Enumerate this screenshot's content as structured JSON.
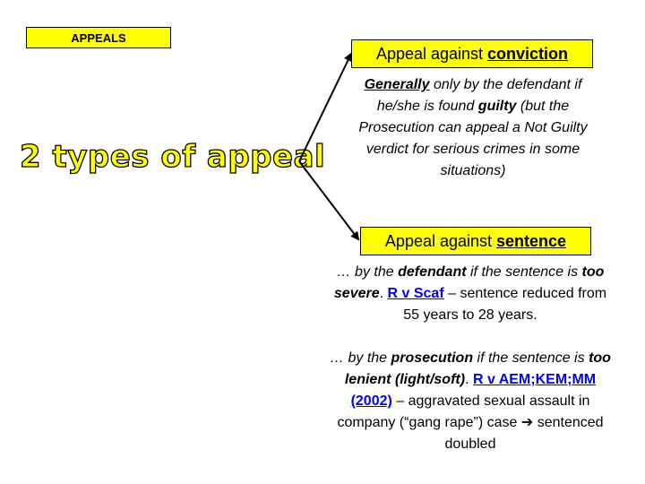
{
  "slide": {
    "tag_label": "APPEALS",
    "title": "2 types of appeal",
    "colors": {
      "highlight": "#ffff00",
      "link": "#0000ff",
      "text": "#000000"
    },
    "conviction": {
      "box_prefix": "Appeal against",
      "box_keyword": "conviction",
      "desc": {
        "p1": "Generally",
        "p2": " only by the defendant if he/she is found ",
        "p3": "guilty",
        "p4": " (but the Prosecution can appeal a Not Guilty verdict for serious crimes in some situations)"
      }
    },
    "sentence": {
      "box_prefix": "Appeal against",
      "box_keyword": "sentence",
      "defendant": {
        "p1": "… by the ",
        "p2": "defendant",
        "p3": " if the sentence is ",
        "p4": "too severe",
        "p5": ". ",
        "case": "R v Scaf",
        "p6": " – sentence reduced from 55 years to 28 years."
      },
      "prosecution": {
        "p1": "… by the ",
        "p2": "prosecution",
        "p3": " if the sentence is ",
        "p4": "too lenient (light/soft)",
        "p5": ". ",
        "case": "R v AEM;KEM;MM (2002)",
        "p6": " – aggravated sexual assault in company (“gang rape”) case ",
        "arrow": "➔",
        "p7": " sentenced doubled"
      }
    }
  }
}
